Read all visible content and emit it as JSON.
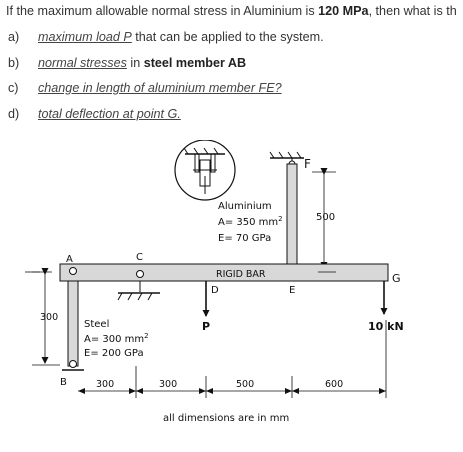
{
  "question": {
    "lead": "If the maximum allowable normal stress in Aluminium is ",
    "stress_value": "120 MPa",
    "trail": ", then what is th"
  },
  "parts": [
    {
      "label": "a)",
      "link": "maximum load P",
      "rest": " that can be applied to the system.",
      "bold": ""
    },
    {
      "label": "b)",
      "link": "normal stresses",
      "rest": " in ",
      "bold": "steel member AB"
    },
    {
      "label": "c)",
      "link": "change in length of aluminium member FE?",
      "rest": "",
      "bold": ""
    },
    {
      "label": "d)",
      "link": "total deflection at point G.",
      "rest": "",
      "bold": ""
    }
  ],
  "figure": {
    "aluminium_name": "Aluminium",
    "aluminium_area": "A= 350 mm",
    "aluminium_E": "E= 70 GPa",
    "steel_name": "Steel",
    "steel_area": "A= 300 mm",
    "steel_E": "E= 200 GPa",
    "area_exponent": "2",
    "bar_label": "RIGID BAR",
    "points": {
      "A": "A",
      "B": "B",
      "C": "C",
      "D": "D",
      "E": "E",
      "F": "F",
      "G": "G"
    },
    "load_P": "P",
    "load_G": "10 kN",
    "dims": {
      "d300_vert": "300",
      "d500_vert": "500",
      "d300_1": "300",
      "d300_2": "300",
      "d500": "500",
      "d600": "600"
    },
    "note": "all dimensions are in mm"
  }
}
